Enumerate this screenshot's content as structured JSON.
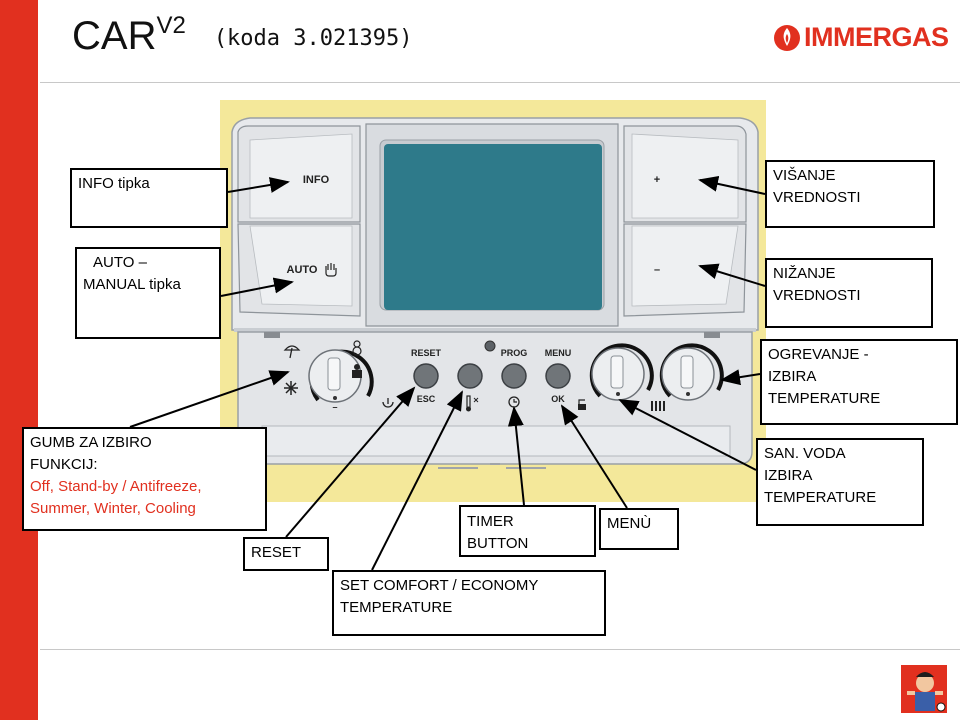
{
  "header": {
    "title": "CAR",
    "title_sup": "V2",
    "code": "(koda 3.021395)",
    "logo_text": "IMMERGAS"
  },
  "device": {
    "info_label": "INFO",
    "auto_label": "AUTO",
    "plus_label": "+",
    "minus_label": "–",
    "reset_label": "RESET",
    "esc_label": "ESC",
    "prog_label": "PROG",
    "menu_label": "MENU",
    "ok_label": "OK"
  },
  "callouts": {
    "info": "INFO tipka",
    "auto_line1": "AUTO –",
    "auto_line2": "MANUAL tipka",
    "visanje_line1": "VIŠANJE",
    "visanje_line2": "VREDNOSTI",
    "nizanje_line1": "NIŽANJE",
    "nizanje_line2": "VREDNOSTI",
    "ogrevanje_line1": "OGREVANJE -",
    "ogrevanje_line2": "IZBIRA",
    "ogrevanje_line3": "TEMPERATURE",
    "sanvoda_line1": "SAN. VODA",
    "sanvoda_line2": "IZBIRA",
    "sanvoda_line3": "TEMPERATURE",
    "gumb_line1": "GUMB ZA IZBIRO",
    "gumb_line2": "FUNKCIJ:",
    "gumb_red1": "Off, Stand-by / Antifreeze,",
    "gumb_red2": "Summer, Winter, Cooling",
    "reset": "RESET",
    "timer_line1": "TIMER",
    "timer_line2": "BUTTON",
    "menu": "MENÙ",
    "setcomfort_line1": "SET COMFORT / ECONOMY",
    "setcomfort_line2": "TEMPERATURE"
  },
  "colors": {
    "accent_red": "#e1301f",
    "panel_yellow": "#f4e89a",
    "lcd_teal": "#2e7a8a"
  }
}
